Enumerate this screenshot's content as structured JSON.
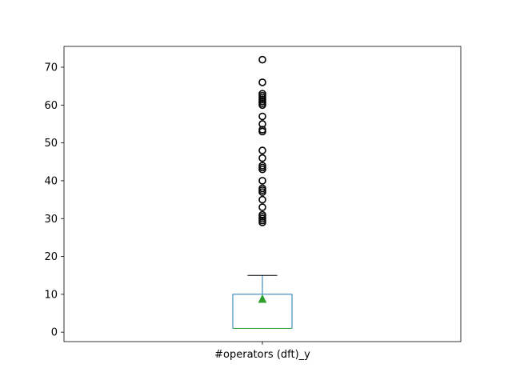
{
  "chart_data": {
    "type": "box",
    "title": "",
    "xlabel": "",
    "ylabel": "",
    "categories": [
      "#operators (dft)_y"
    ],
    "ylim": [
      -2.5,
      75.5
    ],
    "yticks": [
      0,
      10,
      20,
      30,
      40,
      50,
      60,
      70
    ],
    "grid": false,
    "legend": "none",
    "box": {
      "q1": 1,
      "median": 1,
      "q3": 10,
      "whisker_low": 1,
      "whisker_high": 15,
      "mean": 8.7
    },
    "outliers": [
      29,
      29.5,
      30,
      30.5,
      31,
      33,
      35,
      37,
      37.5,
      38,
      40,
      43,
      43.5,
      44,
      46,
      48,
      53,
      53.5,
      55,
      57,
      60,
      60.5,
      61,
      61.5,
      62,
      62.5,
      63,
      66,
      72
    ],
    "colors": {
      "box": "#1f77b4",
      "median": "#2ca02c",
      "mean_marker": "#2ca02c",
      "whisker_cap": "#000000",
      "outlier": "#000000",
      "axes": "#000000"
    }
  }
}
